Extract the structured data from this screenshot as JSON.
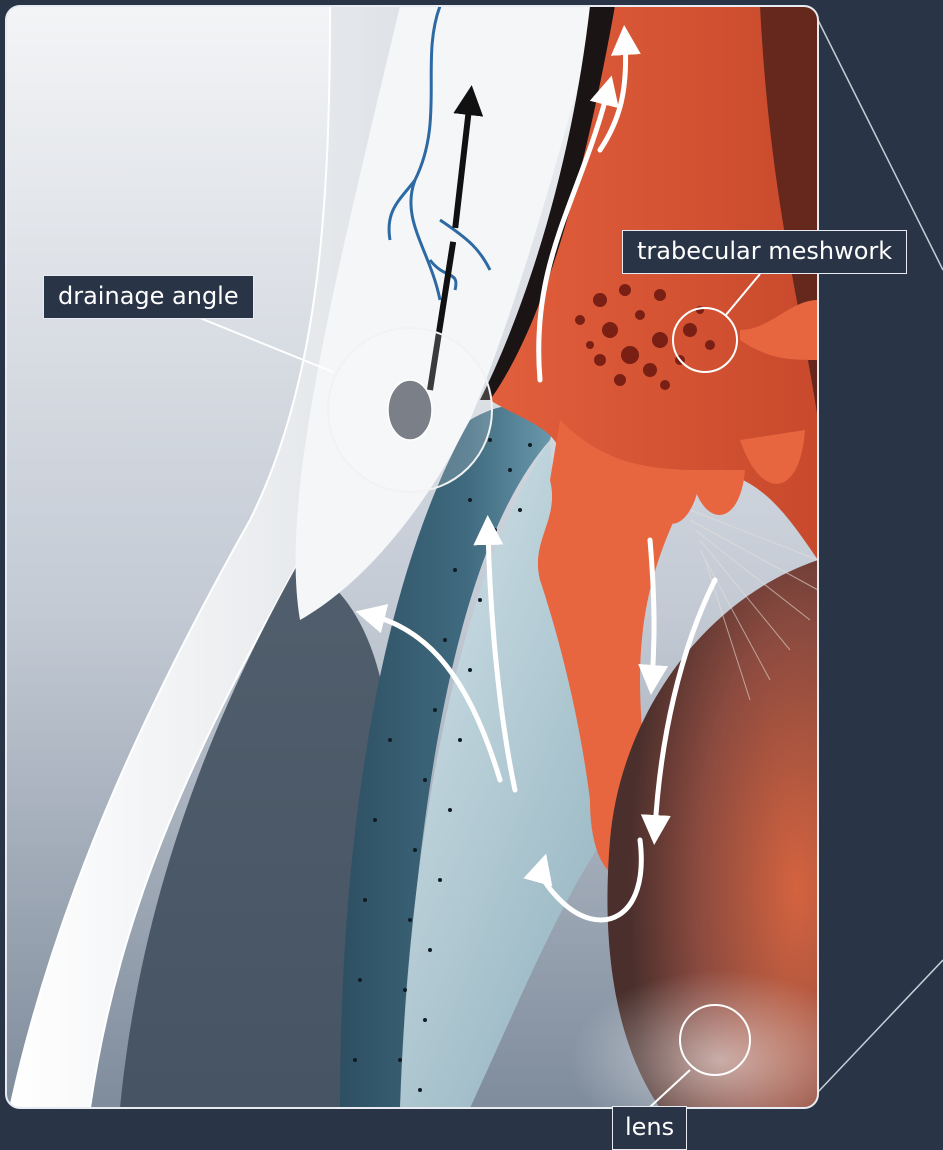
{
  "labels": {
    "drainage_angle": "drainage angle",
    "trabecular_meshwork": "trabecular meshwork",
    "lens": "lens"
  },
  "colors": {
    "background": "#2a3447",
    "iris": "#e8663f",
    "cornea": "#3d6276",
    "sclera": "#e9ebee",
    "lens": "#a8594a",
    "callout_line": "#ffffff"
  }
}
